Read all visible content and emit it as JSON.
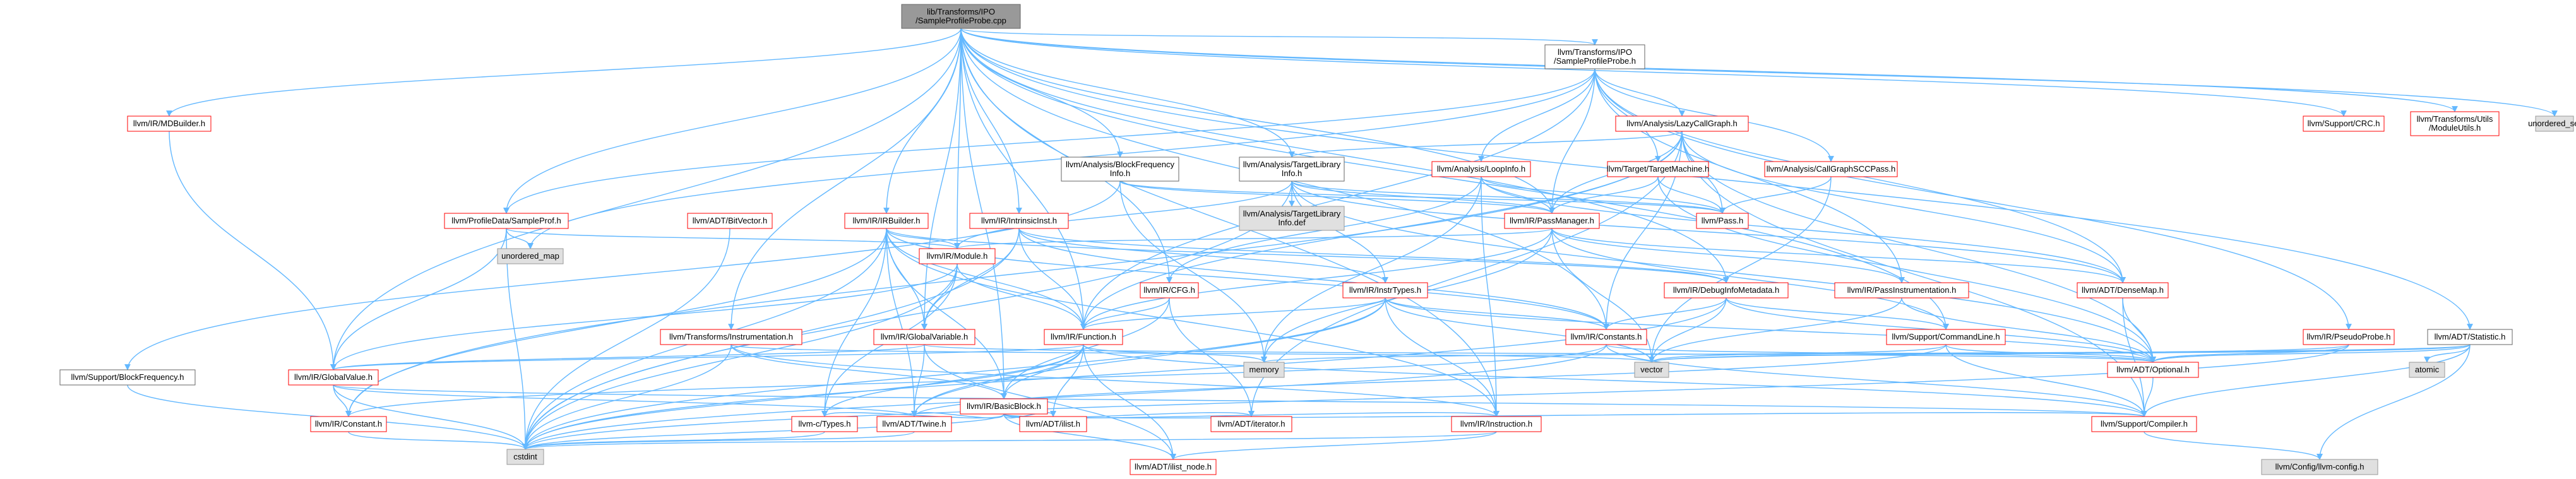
{
  "graph": {
    "root": "root",
    "nodes": [
      {
        "id": "root",
        "lines": [
          "lib/Transforms/IPO",
          "/SampleProfileProbe.cpp"
        ],
        "style": "root"
      },
      {
        "id": "sppH",
        "lines": [
          "llvm/Transforms/IPO",
          "/SampleProfileProbe.h"
        ],
        "style": "plain"
      },
      {
        "id": "mdbuilder",
        "lines": [
          "llvm/IR/MDBuilder.h"
        ],
        "style": "red"
      },
      {
        "id": "crc",
        "lines": [
          "llvm/Support/CRC.h"
        ],
        "style": "red"
      },
      {
        "id": "moduleutils",
        "lines": [
          "llvm/Transforms/Utils",
          "/ModuleUtils.h"
        ],
        "style": "red"
      },
      {
        "id": "unordered_set",
        "lines": [
          "unordered_set"
        ],
        "style": "gray"
      },
      {
        "id": "lazycg",
        "lines": [
          "llvm/Analysis/LazyCallGraph.h"
        ],
        "style": "red"
      },
      {
        "id": "bfi",
        "lines": [
          "llvm/Analysis/BlockFrequency",
          "Info.h"
        ],
        "style": "plain"
      },
      {
        "id": "tli",
        "lines": [
          "llvm/Analysis/TargetLibrary",
          "Info.h"
        ],
        "style": "plain"
      },
      {
        "id": "targetmachine",
        "lines": [
          "llvm/Target/TargetMachine.h"
        ],
        "style": "red"
      },
      {
        "id": "loopinfo",
        "lines": [
          "llvm/Analysis/LoopInfo.h"
        ],
        "style": "red"
      },
      {
        "id": "cgscc",
        "lines": [
          "llvm/Analysis/CallGraphSCCPass.h"
        ],
        "style": "red"
      },
      {
        "id": "tlidef",
        "lines": [
          "llvm/Analysis/TargetLibrary",
          "Info.def"
        ],
        "style": "gray"
      },
      {
        "id": "samplepro",
        "lines": [
          "llvm/ProfileData/SampleProf.h"
        ],
        "style": "red"
      },
      {
        "id": "bitvector",
        "lines": [
          "llvm/ADT/BitVector.h"
        ],
        "style": "red"
      },
      {
        "id": "irbuilder",
        "lines": [
          "llvm/IR/IRBuilder.h"
        ],
        "style": "red"
      },
      {
        "id": "intrinsicinst",
        "lines": [
          "llvm/IR/IntrinsicInst.h"
        ],
        "style": "red"
      },
      {
        "id": "passmanager",
        "lines": [
          "llvm/IR/PassManager.h"
        ],
        "style": "red"
      },
      {
        "id": "pass",
        "lines": [
          "llvm/Pass.h"
        ],
        "style": "red"
      },
      {
        "id": "unordered_map",
        "lines": [
          "unordered_map"
        ],
        "style": "gray"
      },
      {
        "id": "module",
        "lines": [
          "llvm/IR/Module.h"
        ],
        "style": "red"
      },
      {
        "id": "cfg",
        "lines": [
          "llvm/IR/CFG.h"
        ],
        "style": "red"
      },
      {
        "id": "instrtypes",
        "lines": [
          "llvm/IR/InstrTypes.h"
        ],
        "style": "red"
      },
      {
        "id": "debuginfometa",
        "lines": [
          "llvm/IR/DebugInfoMetadata.h"
        ],
        "style": "red"
      },
      {
        "id": "passinstr",
        "lines": [
          "llvm/IR/PassInstrumentation.h"
        ],
        "style": "red"
      },
      {
        "id": "densemap",
        "lines": [
          "llvm/ADT/DenseMap.h"
        ],
        "style": "red"
      },
      {
        "id": "pseudoprobe",
        "lines": [
          "llvm/IR/PseudoProbe.h"
        ],
        "style": "red"
      },
      {
        "id": "statistic",
        "lines": [
          "llvm/ADT/Statistic.h"
        ],
        "style": "plain"
      },
      {
        "id": "transinstr",
        "lines": [
          "llvm/Transforms/Instrumentation.h"
        ],
        "style": "red"
      },
      {
        "id": "function",
        "lines": [
          "llvm/IR/Function.h"
        ],
        "style": "red"
      },
      {
        "id": "globalvariable",
        "lines": [
          "llvm/IR/GlobalVariable.h"
        ],
        "style": "red"
      },
      {
        "id": "constants",
        "lines": [
          "llvm/IR/Constants.h"
        ],
        "style": "red"
      },
      {
        "id": "commandline",
        "lines": [
          "llvm/Support/CommandLine.h"
        ],
        "style": "red"
      },
      {
        "id": "memory",
        "lines": [
          "memory"
        ],
        "style": "gray"
      },
      {
        "id": "vector",
        "lines": [
          "vector"
        ],
        "style": "gray"
      },
      {
        "id": "optional",
        "lines": [
          "llvm/ADT/Optional.h"
        ],
        "style": "red"
      },
      {
        "id": "atomic",
        "lines": [
          "atomic"
        ],
        "style": "gray"
      },
      {
        "id": "blockfreq",
        "lines": [
          "llvm/Support/BlockFrequency.h"
        ],
        "style": "plain"
      },
      {
        "id": "globalvalue",
        "lines": [
          "llvm/IR/GlobalValue.h"
        ],
        "style": "red"
      },
      {
        "id": "basicblock",
        "lines": [
          "llvm/IR/BasicBlock.h"
        ],
        "style": "red"
      },
      {
        "id": "constant",
        "lines": [
          "llvm/IR/Constant.h"
        ],
        "style": "red"
      },
      {
        "id": "ctypes",
        "lines": [
          "llvm-c/Types.h"
        ],
        "style": "red"
      },
      {
        "id": "twine",
        "lines": [
          "llvm/ADT/Twine.h"
        ],
        "style": "red"
      },
      {
        "id": "ilist",
        "lines": [
          "llvm/ADT/ilist.h"
        ],
        "style": "red"
      },
      {
        "id": "iterator",
        "lines": [
          "llvm/ADT/iterator.h"
        ],
        "style": "red"
      },
      {
        "id": "instruction",
        "lines": [
          "llvm/IR/Instruction.h"
        ],
        "style": "red"
      },
      {
        "id": "compiler",
        "lines": [
          "llvm/Support/Compiler.h"
        ],
        "style": "red"
      },
      {
        "id": "cstdint",
        "lines": [
          "cstdint"
        ],
        "style": "gray"
      },
      {
        "id": "ilistnode",
        "lines": [
          "llvm/ADT/ilist_node.h"
        ],
        "style": "red"
      },
      {
        "id": "llvmconfig",
        "lines": [
          "llvm/Config/llvm-config.h"
        ],
        "style": "gray"
      }
    ],
    "edges": [
      [
        "root",
        "sppH"
      ],
      [
        "root",
        "mdbuilder"
      ],
      [
        "root",
        "crc"
      ],
      [
        "root",
        "moduleutils"
      ],
      [
        "root",
        "unordered_set"
      ],
      [
        "root",
        "bfi"
      ],
      [
        "root",
        "tli"
      ],
      [
        "root",
        "irbuilder"
      ],
      [
        "root",
        "intrinsicinst"
      ],
      [
        "root",
        "cfg"
      ],
      [
        "root",
        "debuginfometa"
      ],
      [
        "root",
        "instruction"
      ],
      [
        "root",
        "globalvalue"
      ],
      [
        "root",
        "statistic"
      ],
      [
        "root",
        "samplepro"
      ],
      [
        "root",
        "transinstr"
      ],
      [
        "root",
        "passmanager"
      ],
      [
        "root",
        "globalvariable"
      ],
      [
        "root",
        "constants"
      ],
      [
        "root",
        "commandline"
      ],
      [
        "root",
        "module"
      ],
      [
        "root",
        "function"
      ],
      [
        "root",
        "basicblock"
      ],
      [
        "sppH",
        "lazycg"
      ],
      [
        "sppH",
        "targetmachine"
      ],
      [
        "sppH",
        "loopinfo"
      ],
      [
        "sppH",
        "cgscc"
      ],
      [
        "sppH",
        "passmanager"
      ],
      [
        "sppH",
        "pseudoprobe"
      ],
      [
        "sppH",
        "densemap"
      ],
      [
        "sppH",
        "samplepro"
      ],
      [
        "sppH",
        "passinstr"
      ],
      [
        "sppH",
        "function"
      ],
      [
        "sppH",
        "unordered_map"
      ],
      [
        "mdbuilder",
        "globalvalue"
      ],
      [
        "lazycg",
        "passmanager"
      ],
      [
        "lazycg",
        "pass"
      ],
      [
        "lazycg",
        "constants"
      ],
      [
        "lazycg",
        "densemap"
      ],
      [
        "lazycg",
        "optional"
      ],
      [
        "lazycg",
        "function"
      ],
      [
        "lazycg",
        "tli"
      ],
      [
        "lazycg",
        "compiler"
      ],
      [
        "lazycg",
        "iterator"
      ],
      [
        "lazycg",
        "constant"
      ],
      [
        "bfi",
        "passmanager"
      ],
      [
        "bfi",
        "pass"
      ],
      [
        "bfi",
        "blockfreq"
      ],
      [
        "bfi",
        "memory"
      ],
      [
        "tli",
        "tlidef"
      ],
      [
        "tli",
        "pass"
      ],
      [
        "tli",
        "passmanager"
      ],
      [
        "tli",
        "optional"
      ],
      [
        "tli",
        "densemap"
      ],
      [
        "tli",
        "instrtypes"
      ],
      [
        "tli",
        "module"
      ],
      [
        "tli",
        "cstdint"
      ],
      [
        "targetmachine",
        "pass"
      ],
      [
        "targetmachine",
        "passmanager"
      ],
      [
        "targetmachine",
        "optional"
      ],
      [
        "loopinfo",
        "passmanager"
      ],
      [
        "loopinfo",
        "pass"
      ],
      [
        "loopinfo",
        "densemap"
      ],
      [
        "loopinfo",
        "cfg"
      ],
      [
        "loopinfo",
        "instruction"
      ],
      [
        "loopinfo",
        "memory"
      ],
      [
        "cgscc",
        "pass"
      ],
      [
        "cgscc",
        "vector"
      ],
      [
        "samplepro",
        "unordered_map"
      ],
      [
        "samplepro",
        "module"
      ],
      [
        "samplepro",
        "globalvalue"
      ],
      [
        "samplepro",
        "cstdint"
      ],
      [
        "bitvector",
        "cstdint"
      ],
      [
        "irbuilder",
        "module"
      ],
      [
        "irbuilder",
        "constants"
      ],
      [
        "irbuilder",
        "function"
      ],
      [
        "irbuilder",
        "basicblock"
      ],
      [
        "irbuilder",
        "globalvariable"
      ],
      [
        "irbuilder",
        "twine"
      ],
      [
        "irbuilder",
        "ctypes"
      ],
      [
        "irbuilder",
        "constant"
      ],
      [
        "irbuilder",
        "cstdint"
      ],
      [
        "irbuilder",
        "instruction"
      ],
      [
        "irbuilder",
        "debuginfometa"
      ],
      [
        "intrinsicinst",
        "constants"
      ],
      [
        "intrinsicinst",
        "function"
      ],
      [
        "intrinsicinst",
        "debuginfometa"
      ],
      [
        "intrinsicinst",
        "globalvariable"
      ],
      [
        "intrinsicinst",
        "instrtypes"
      ],
      [
        "intrinsicinst",
        "cstdint"
      ],
      [
        "passmanager",
        "module"
      ],
      [
        "passmanager",
        "function"
      ],
      [
        "passmanager",
        "passinstr"
      ],
      [
        "passmanager",
        "densemap"
      ],
      [
        "passmanager",
        "vector"
      ],
      [
        "passmanager",
        "memory"
      ],
      [
        "passmanager",
        "commandline"
      ],
      [
        "module",
        "function"
      ],
      [
        "module",
        "globalvariable"
      ],
      [
        "module",
        "globalvalue"
      ],
      [
        "module",
        "ctypes"
      ],
      [
        "module",
        "cstdint"
      ],
      [
        "cfg",
        "function"
      ],
      [
        "cfg",
        "basicblock"
      ],
      [
        "cfg",
        "iterator"
      ],
      [
        "instrtypes",
        "instruction"
      ],
      [
        "instrtypes",
        "constants"
      ],
      [
        "instrtypes",
        "optional"
      ],
      [
        "instrtypes",
        "twine"
      ],
      [
        "instrtypes",
        "cstdint"
      ],
      [
        "instrtypes",
        "function"
      ],
      [
        "instrtypes",
        "vector"
      ],
      [
        "debuginfometa",
        "constants"
      ],
      [
        "debuginfometa",
        "optional"
      ],
      [
        "debuginfometa",
        "commandline"
      ],
      [
        "debuginfometa",
        "vector"
      ],
      [
        "debuginfometa",
        "cstdint"
      ],
      [
        "passinstr",
        "optional"
      ],
      [
        "passinstr",
        "vector"
      ],
      [
        "densemap",
        "compiler"
      ],
      [
        "densemap",
        "optional"
      ],
      [
        "pseudoprobe",
        "optional"
      ],
      [
        "pseudoprobe",
        "cstdint"
      ],
      [
        "pseudoprobe",
        "vector"
      ],
      [
        "statistic",
        "compiler"
      ],
      [
        "statistic",
        "optional"
      ],
      [
        "statistic",
        "llvmconfig"
      ],
      [
        "statistic",
        "atomic"
      ],
      [
        "statistic",
        "vector"
      ],
      [
        "statistic",
        "memory"
      ],
      [
        "transinstr",
        "basicblock"
      ],
      [
        "transinstr",
        "instruction"
      ],
      [
        "transinstr",
        "cstdint"
      ],
      [
        "transinstr",
        "vector"
      ],
      [
        "function",
        "basicblock"
      ],
      [
        "function",
        "globalvalue"
      ],
      [
        "function",
        "ilistnode"
      ],
      [
        "function",
        "compiler"
      ],
      [
        "function",
        "memory"
      ],
      [
        "function",
        "twine"
      ],
      [
        "function",
        "ctypes"
      ],
      [
        "function",
        "cstdint"
      ],
      [
        "function",
        "ilist"
      ],
      [
        "globalvariable",
        "twine"
      ],
      [
        "globalvariable",
        "ilistnode"
      ],
      [
        "globalvariable",
        "globalvalue"
      ],
      [
        "globalvariable",
        "optional"
      ],
      [
        "constants",
        "constant"
      ],
      [
        "constants",
        "compiler"
      ],
      [
        "constants",
        "optional"
      ],
      [
        "constants",
        "cstdint"
      ],
      [
        "commandline",
        "compiler"
      ],
      [
        "commandline",
        "optional"
      ],
      [
        "commandline",
        "twine"
      ],
      [
        "commandline",
        "vector"
      ],
      [
        "optional",
        "compiler"
      ],
      [
        "blockfreq",
        "cstdint"
      ],
      [
        "globalvalue",
        "constant"
      ],
      [
        "globalvalue",
        "twine"
      ],
      [
        "globalvalue",
        "cstdint"
      ],
      [
        "globalvalue",
        "compiler"
      ],
      [
        "basicblock",
        "twine"
      ],
      [
        "basicblock",
        "ilist"
      ],
      [
        "basicblock",
        "ilistnode"
      ],
      [
        "basicblock",
        "instruction"
      ],
      [
        "basicblock",
        "iterator"
      ],
      [
        "basicblock",
        "ctypes"
      ],
      [
        "basicblock",
        "compiler"
      ],
      [
        "basicblock",
        "cstdint"
      ],
      [
        "instruction",
        "ilistnode"
      ],
      [
        "instruction",
        "cstdint"
      ],
      [
        "compiler",
        "llvmconfig"
      ],
      [
        "ctypes",
        "cstdint"
      ],
      [
        "twine",
        "cstdint"
      ],
      [
        "constant",
        "cstdint"
      ]
    ]
  }
}
